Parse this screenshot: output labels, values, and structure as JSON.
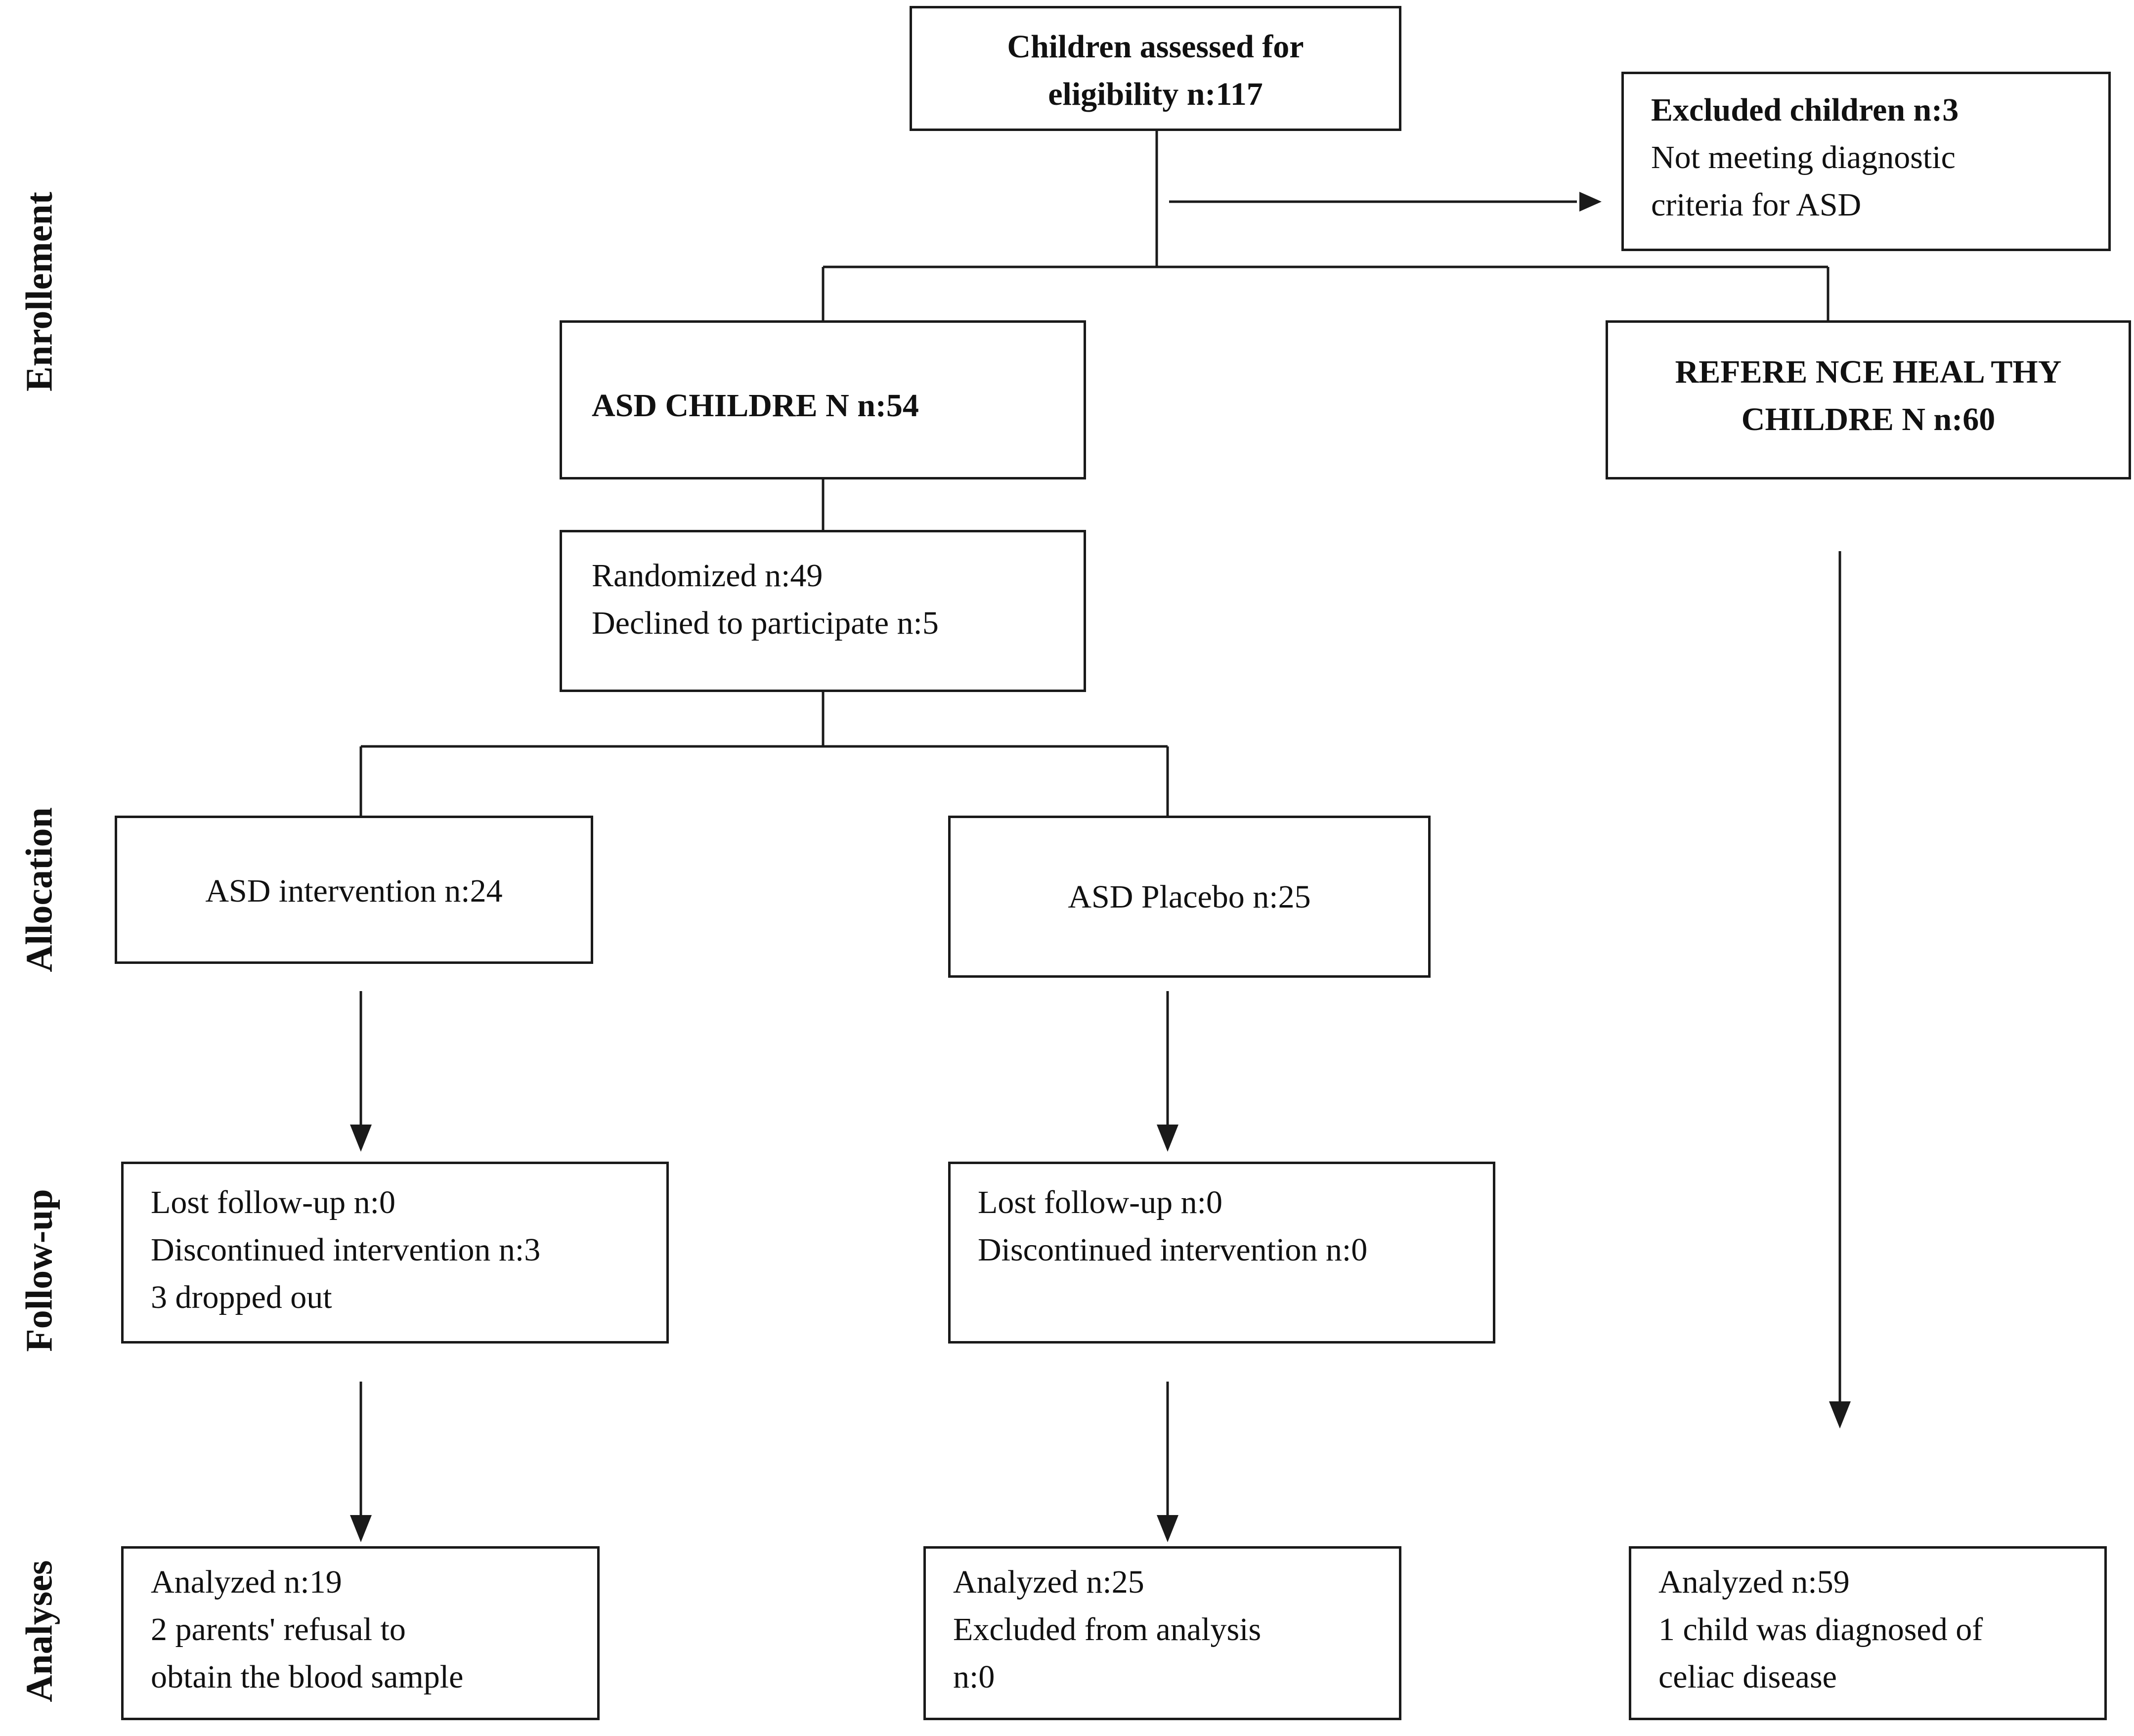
{
  "phases": {
    "enrollment": "Enrollement",
    "allocation": "Allocation",
    "follow_up": "Follow-up",
    "analyses": "Analyses"
  },
  "boxes": {
    "assessed": [
      "Children assessed for",
      "eligibility n:117"
    ],
    "excluded": [
      "Excluded  children n:3",
      "Not meeting  diagnostic",
      "criteria for ASD"
    ],
    "asd_children": [
      "ASD CHILDRE N    n:54"
    ],
    "reference_healthy": [
      "REFERE NCE  HEAL THY",
      "CHILDRE N  n:60"
    ],
    "randomized": [
      "Randomized  n:49",
      "Declined  to participate n:5"
    ],
    "asd_intervention": [
      "ASD intervention n:24"
    ],
    "asd_placebo": [
      "ASD Placebo n:25"
    ],
    "followup_intervention": [
      "Lost  follow-up  n:0",
      "Discontinued intervention n:3",
      "3  dropped out"
    ],
    "followup_placebo": [
      "Lost  follow-up  n:0",
      "Discontinued intervention n:0"
    ],
    "analyzed_intervention": [
      "Analyzed n:19",
      "2  parents' refusal to",
      "obtain the blood sample"
    ],
    "analyzed_placebo": [
      "Analyzed n:25",
      "Excluded  from  analysis",
      "n:0"
    ],
    "analyzed_healthy": [
      "Analyzed  n:59",
      "1 child  was diagnosed of",
      "celiac  disease"
    ]
  }
}
